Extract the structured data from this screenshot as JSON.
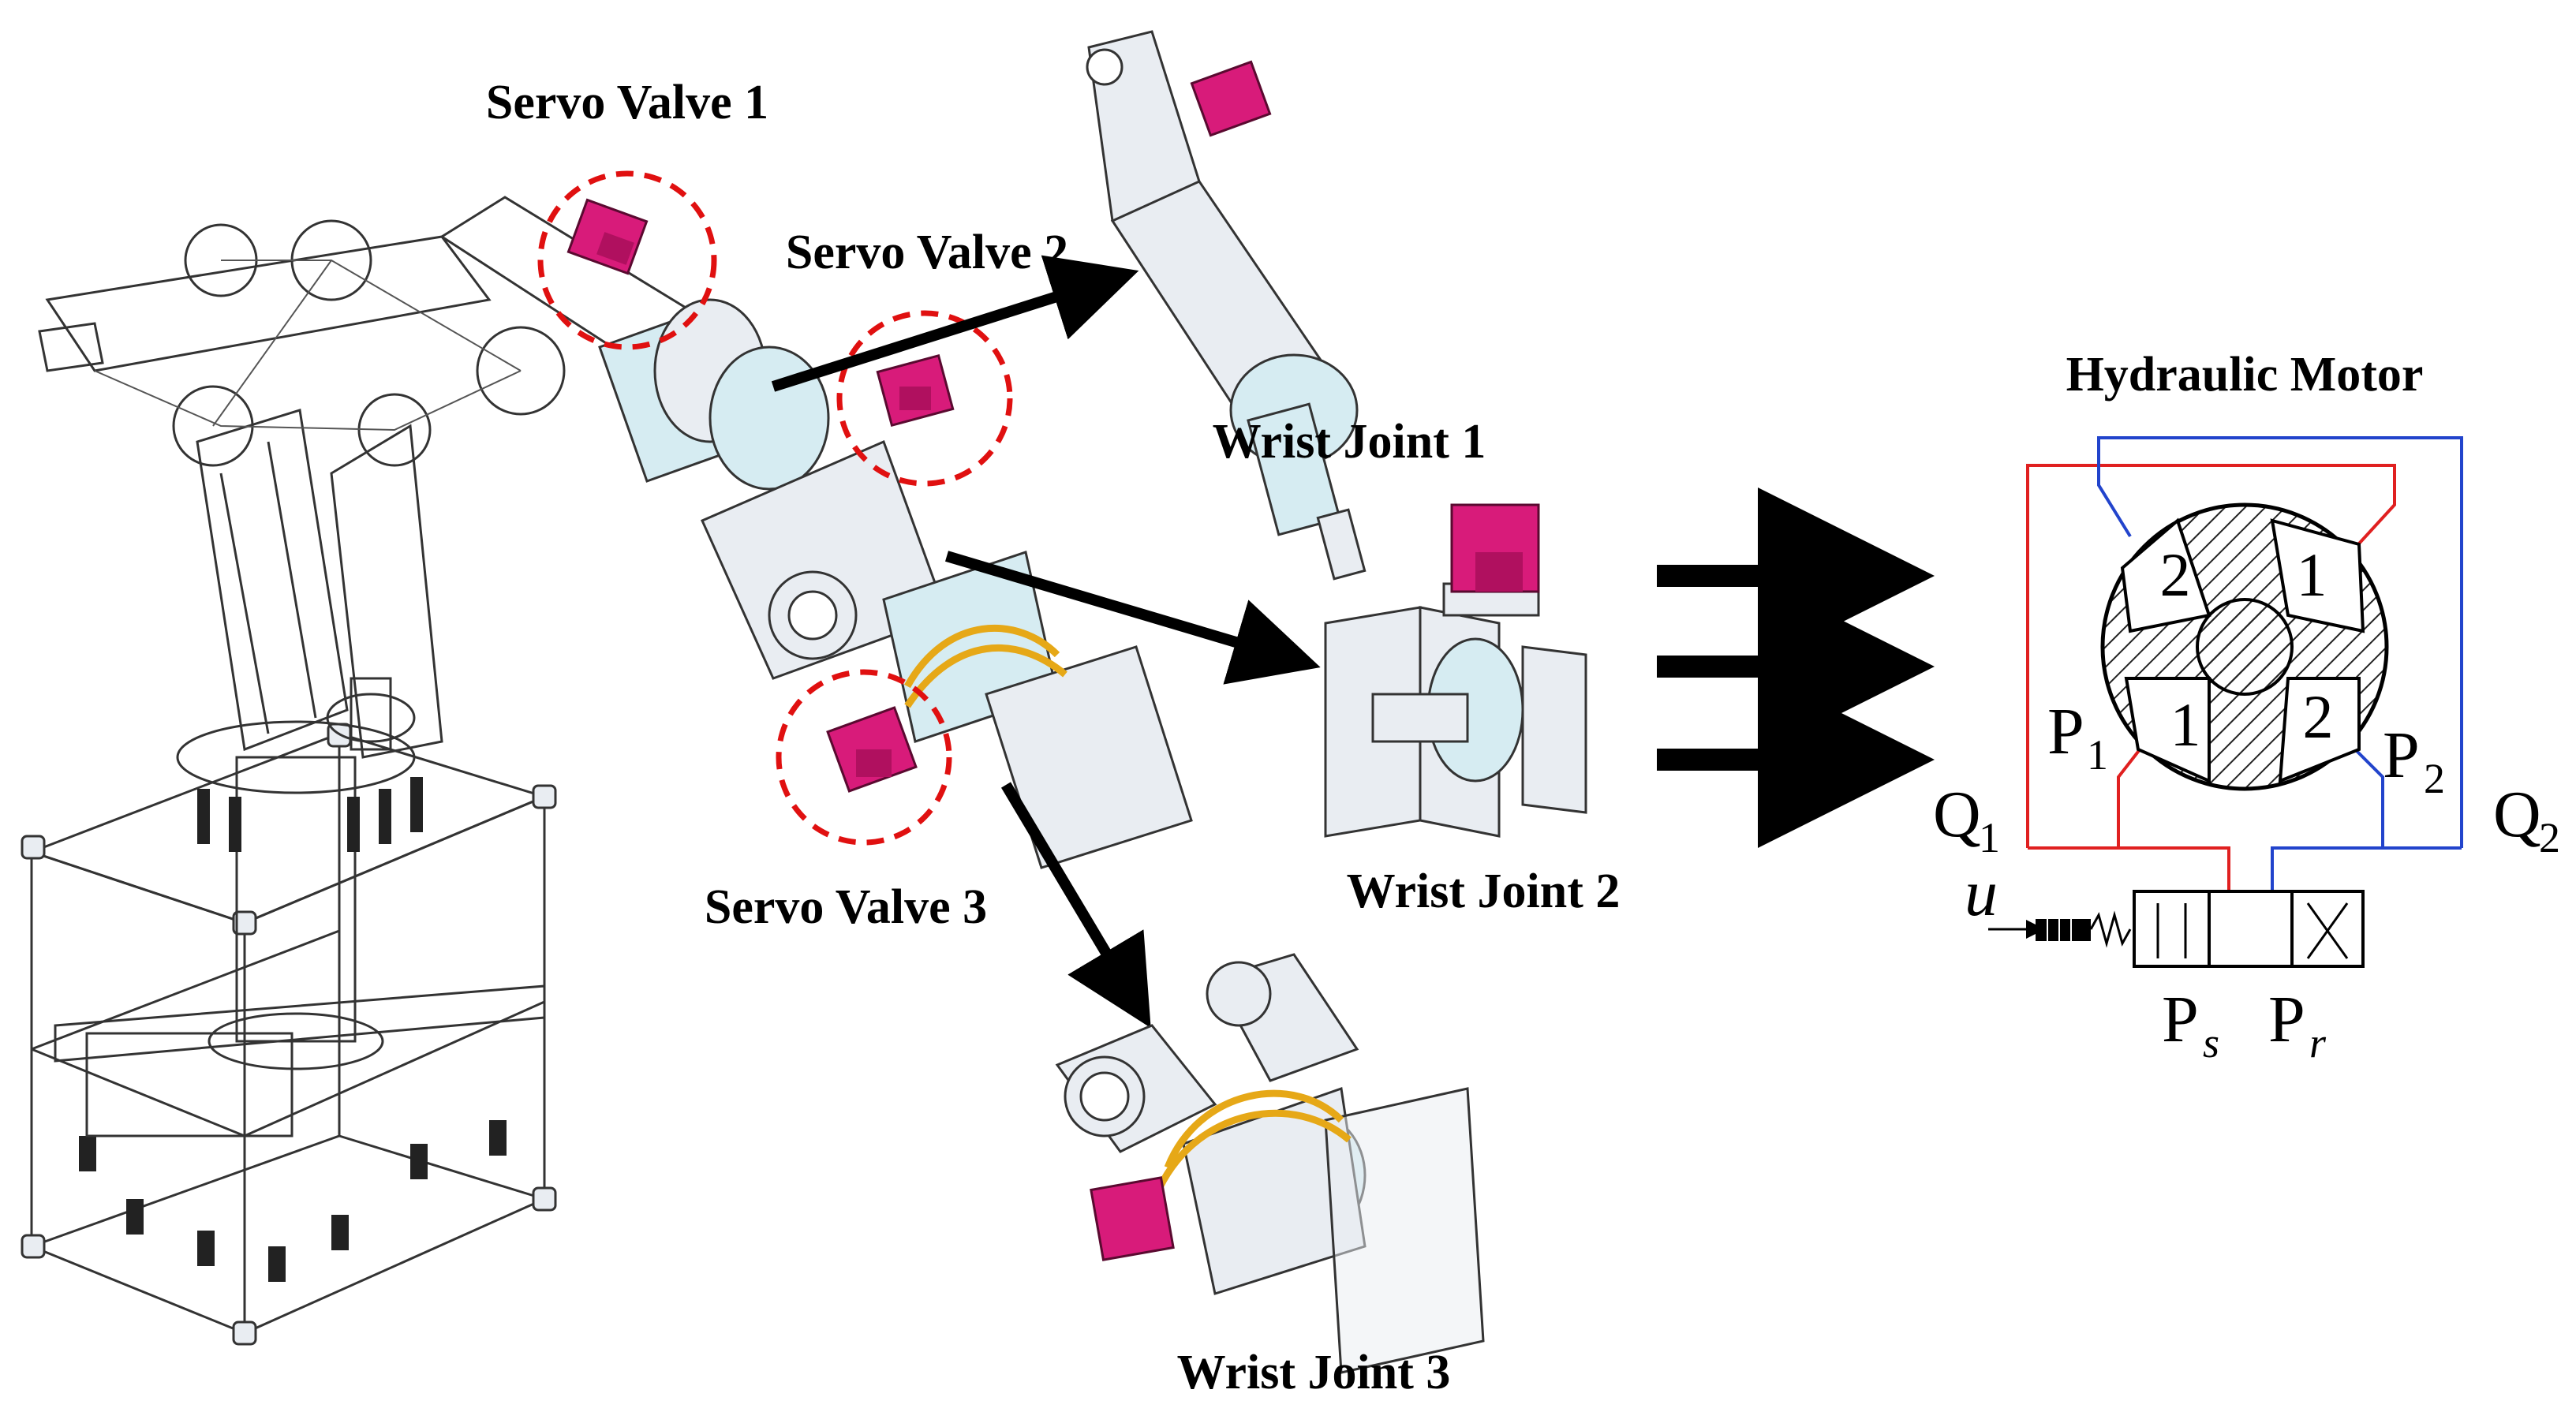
{
  "labels": {
    "servo_valve_1": "Servo Valve 1",
    "servo_valve_2": "Servo Valve 2",
    "servo_valve_3": "Servo Valve 3",
    "wrist_joint_1": "Wrist Joint 1",
    "wrist_joint_2": "Wrist Joint 2",
    "wrist_joint_3": "Wrist Joint 3",
    "hydraulic_motor": "Hydraulic Motor"
  },
  "schematic": {
    "chamber_1_top": "1",
    "chamber_2_top": "2",
    "chamber_1_bottom": "1",
    "chamber_2_bottom": "2",
    "p1_base": "P",
    "p1_sub": "1",
    "p2_base": "P",
    "p2_sub": "2",
    "q1_base": "Q",
    "q1_sub": "1",
    "q2_base": "Q",
    "q2_sub": "2",
    "u_input": "u",
    "ps_base": "P",
    "ps_sub": "s",
    "pr_base": "P",
    "pr_sub": "r"
  },
  "colors": {
    "highlight_ring": "#e01010",
    "valve": "#d81b7a",
    "supply_line": "#e02020",
    "return_line": "#2244cc",
    "hose": "#e6a817"
  }
}
